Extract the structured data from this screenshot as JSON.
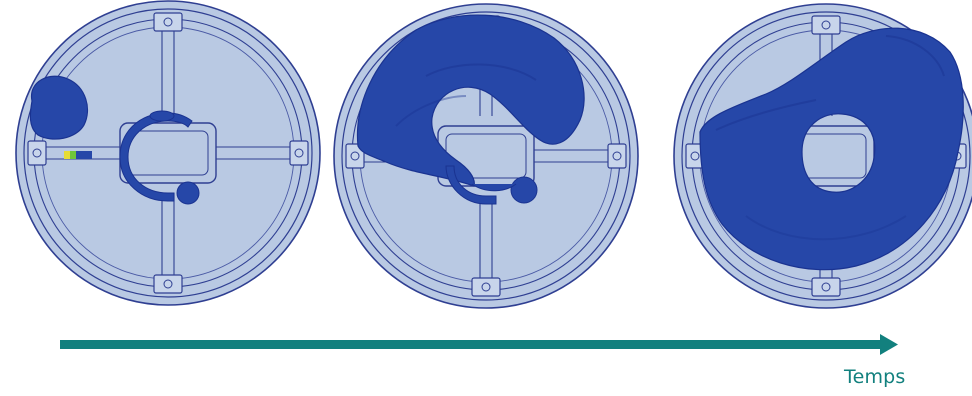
{
  "colors": {
    "part_fill": "#b9c9e3",
    "part_outline": "#2f3f92",
    "melt_fill": "#2647a8",
    "melt_dark": "#1a3391",
    "arrow": "#12807e",
    "gate_green": "#6fc63a",
    "gate_yellow": "#e6dc36"
  },
  "frames": [
    {
      "name": "fill-stage-1"
    },
    {
      "name": "fill-stage-2"
    },
    {
      "name": "fill-stage-3"
    }
  ],
  "axis": {
    "label": "Temps",
    "icon": "arrow-right-icon"
  }
}
